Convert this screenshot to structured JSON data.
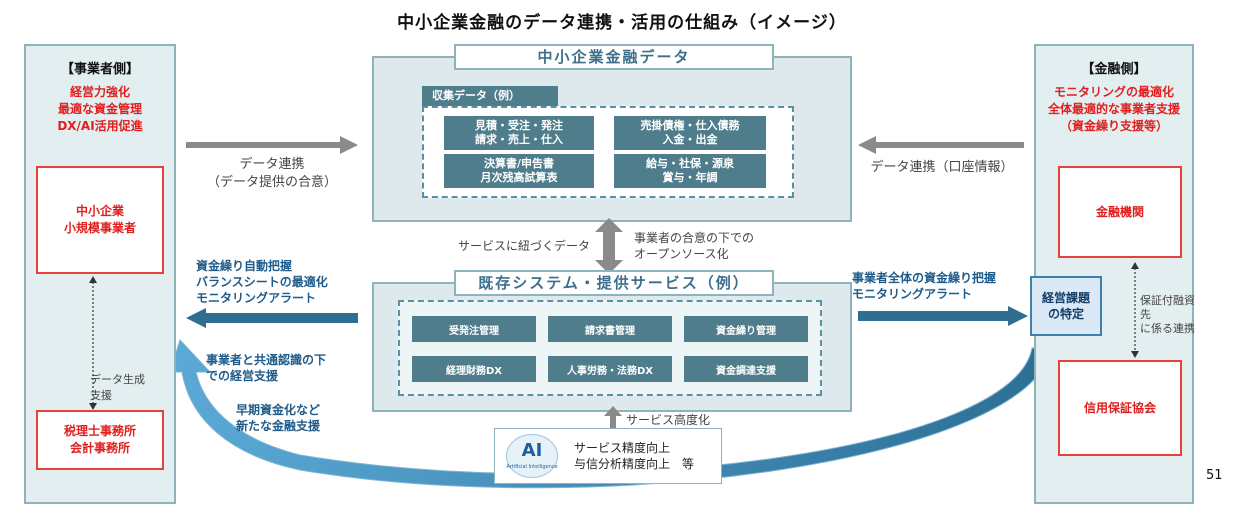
{
  "title": "中小企業金融のデータ連携・活用の仕組み（イメージ）",
  "left_panel": {
    "header": "【事業者側】",
    "goals": [
      "経営力強化",
      "最適な資金管理",
      "DX/AI活用促進"
    ],
    "sme_box": [
      "中小企業",
      "小規模事業者"
    ],
    "data_support": [
      "データ生成",
      "支援"
    ],
    "tax_box": [
      "税理士事務所",
      "会計事務所"
    ]
  },
  "right_panel": {
    "header": "【金融側】",
    "goals": [
      "モニタリングの最適化",
      "全体最適的な事業者支援",
      "（資金繰り支援等）"
    ],
    "bank_box": "金融機関",
    "guarantee_link": [
      "保証付融資先",
      "に係る連携"
    ],
    "credit_box": "信用保証協会",
    "issue_box": [
      "経営課題",
      "の特定"
    ]
  },
  "top_center": {
    "header": "中小企業金融データ",
    "collect_tab": "収集データ（例）",
    "cells": [
      [
        "見積・受注・発注",
        "請求・売上・仕入"
      ],
      [
        "売掛債権・仕入債務",
        "入金・出金"
      ],
      [
        "決算書/申告書",
        "月次残高試算表"
      ],
      [
        "給与・社保・源泉",
        "賞与・年調"
      ]
    ]
  },
  "bottom_center": {
    "header": "既存システム・提供サービス（例）",
    "cells": [
      "受発注管理",
      "請求書管理",
      "資金繰り管理",
      "経理財務DX",
      "人事労務・法務DX",
      "資金調達支援"
    ]
  },
  "labels": {
    "data_link_left": [
      "データ連携",
      "（データ提供の合意）"
    ],
    "data_link_right": "データ連携（口座情報）",
    "service_data": "サービスに紐づくデータ",
    "open_source": [
      "事業者の合意の下での",
      "オープンソース化"
    ],
    "left_arrow_text": [
      "資金繰り自動把握",
      "バランスシートの最適化",
      "モニタリングアラート"
    ],
    "right_arrow_text": [
      "事業者全体の資金繰り把握",
      "モニタリングアラート"
    ],
    "common_support": [
      "事業者と共通認識の下",
      "での経営支援"
    ],
    "early_support": [
      "早期資金化など",
      "新たな金融支援"
    ],
    "service_upgrade": "サービス高度化",
    "ai_lines": [
      "サービス精度向上",
      "与信分析精度向上　等"
    ]
  },
  "ai_logo": {
    "text": "AI",
    "sub": "Artificial Intelligence"
  },
  "page_number": "51",
  "colors": {
    "red": "#e0201f",
    "teal": "#4f7d8b",
    "blue_arrow": "#2f6e90",
    "gray_arrow": "#8a8a8a",
    "light_blue": "#5aa9d6"
  }
}
